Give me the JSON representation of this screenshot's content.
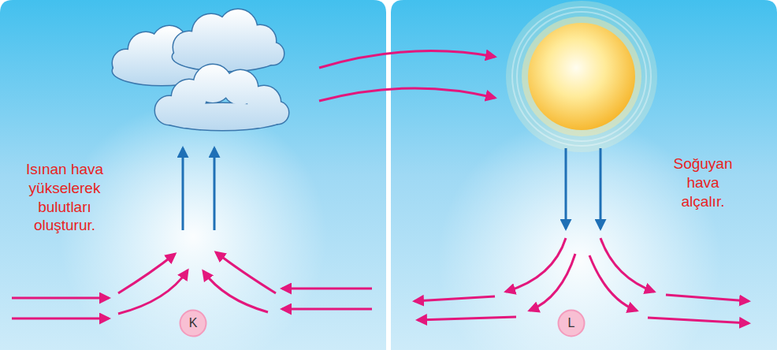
{
  "diagram": {
    "nodes": [
      {
        "text": [
          "K"
        ]
      },
      {
        "text": [
          "L"
        ]
      }
    ],
    "labels": [
      "Isınan hava yükselerek bulutları oluşturur.",
      "Soğuyan hava alçalır."
    ]
  }
}
